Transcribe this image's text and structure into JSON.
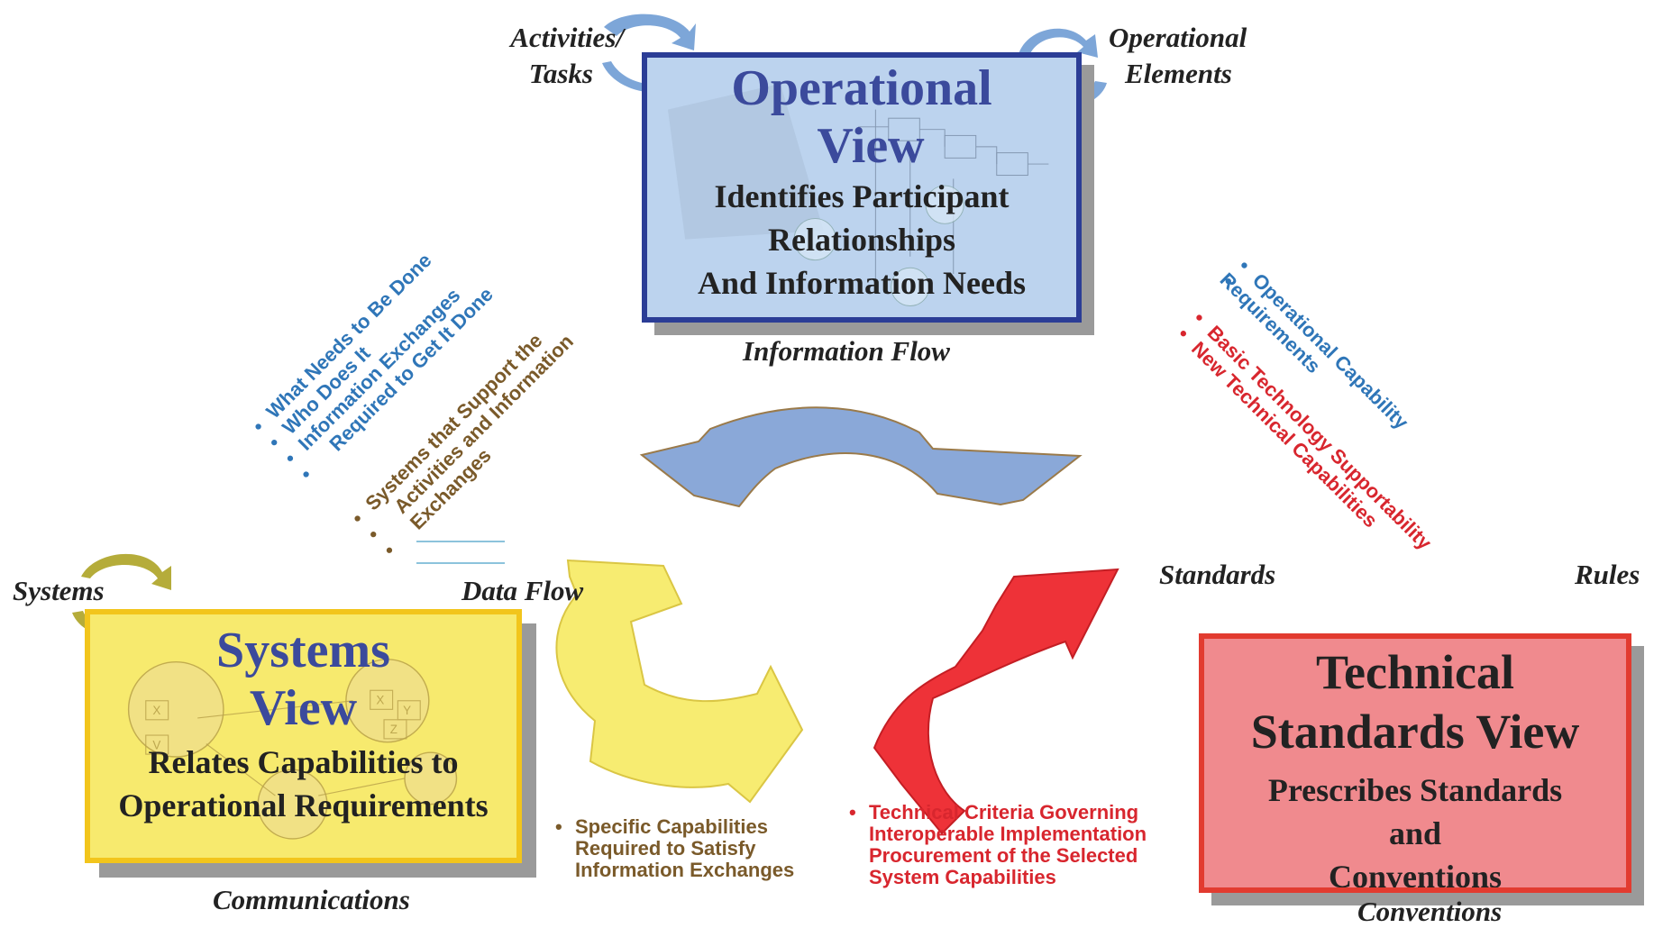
{
  "operational_view": {
    "title": [
      "Operational",
      "View"
    ],
    "subtitle": [
      "Identifies Participant",
      "Relationships",
      "And Information Needs"
    ],
    "labels": {
      "activities": [
        "Activities/",
        "Tasks"
      ],
      "elements": [
        "Operational",
        "Elements"
      ],
      "info_flow": "Information Flow"
    }
  },
  "systems_view": {
    "title": [
      "Systems",
      "View"
    ],
    "subtitle": [
      "Relates Capabilities to",
      "Operational Requirements"
    ],
    "labels": {
      "systems": "Systems",
      "data_flow": "Data Flow",
      "communications": "Communications"
    }
  },
  "technical_view": {
    "title": [
      "Technical",
      "Standards View"
    ],
    "subtitle": [
      "Prescribes Standards",
      "and",
      "Conventions"
    ],
    "labels": {
      "standards": "Standards",
      "rules": "Rules",
      "conventions": "Conventions"
    }
  },
  "links": {
    "ov_sv_blue": [
      "What Needs to Be Done",
      "Who Does It",
      "Information Exchanges",
      "Required to Get It Done"
    ],
    "ov_sv_brown": [
      "Systems that Support the",
      "Activities and Information",
      "Exchanges"
    ],
    "ov_tv_blue": [
      "Operational Capability",
      "Requirements"
    ],
    "ov_tv_red": [
      "Basic Technology Supportability",
      "New Technical Capabilities"
    ],
    "sv_bottom": [
      "Specific Capabilities",
      "Required  to Satisfy",
      "Information Exchanges"
    ],
    "tv_bottom": [
      "Technical Criteria Governing",
      "Interoperable Implementation",
      "Procurement of the Selected",
      "System Capabilities"
    ]
  },
  "colors": {
    "operational_fill": "#bcd3ee",
    "operational_border": "#2b3d96",
    "systems_fill": "#f7ea6e",
    "systems_border": "#f2c51c",
    "technical_fill": "#f08a8e",
    "technical_border": "#e23b30",
    "blue_text": "#2f76b8",
    "brown_text": "#7a5a2a",
    "red_text": "#d8262e"
  }
}
